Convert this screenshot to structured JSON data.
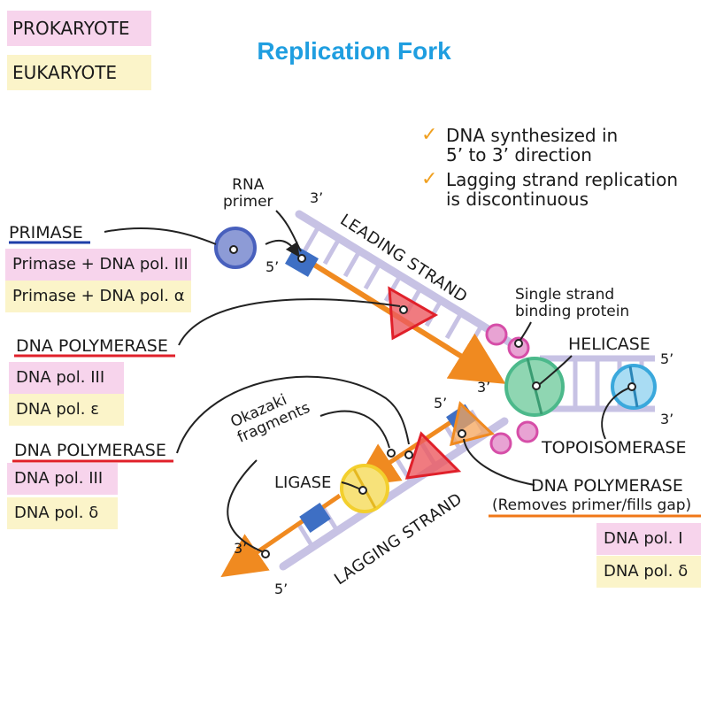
{
  "legend": {
    "prokaryote": "PROKARYOTE",
    "eukaryote": "EUKARYOTE",
    "prokaryote_color": "#f7d4ec",
    "eukaryote_color": "#fbf4c9"
  },
  "title": "Replication Fork",
  "title_color": "#1f9ee0",
  "bullets": [
    "DNA synthesized in\n5’ to 3’ direction",
    "Lagging strand replication\nis discontinuous"
  ],
  "check_icon": "check-icon",
  "enzymes": {
    "primase": {
      "title": "PRIMASE",
      "underline_color": "#1e3ea8",
      "prokaryote": "Primase + DNA pol. III",
      "eukaryote": "Primase + DNA pol. α"
    },
    "dna_pol_leading": {
      "title": "DNA POLYMERASE",
      "underline_color": "#e0202a",
      "prokaryote": "DNA pol. III",
      "eukaryote": "DNA pol. ε"
    },
    "dna_pol_lagging": {
      "title": "DNA POLYMERASE",
      "underline_color": "#e0202a",
      "prokaryote": "DNA pol. III",
      "eukaryote": "DNA pol. δ"
    },
    "dna_pol_gap": {
      "title": "DNA POLYMERASE",
      "subtitle": "(Removes primer/fills gap)",
      "underline_color": "#f07818",
      "prokaryote": "DNA pol. I",
      "eukaryote": "DNA pol. δ"
    }
  },
  "labels": {
    "rna_primer": "RNA\nprimer",
    "single_strand": "Single strand\nbinding protein",
    "helicase": "HELICASE",
    "topoisomerase": "TOPOISOMERASE",
    "okazaki": "Okazaki\nfragments",
    "ligase": "LIGASE",
    "leading_strand": "LEADING STRAND",
    "lagging_strand": "LAGGING STRAND"
  },
  "ends": {
    "leading_top_3": "3’",
    "leading_5": "5’",
    "fork_3": "3’",
    "right_5": "5’",
    "right_3": "3’",
    "lagging_5_top": "5’",
    "lagging_3": "3’",
    "lagging_5_bottom": "5’"
  },
  "colors": {
    "backbone": "#c7c2e4",
    "new_strand": "#f08a20",
    "primer": "#3e6fc4",
    "polymerase": "#e8333a",
    "ssb": "#d64ea8",
    "helicase": "#4cb98b",
    "topoisomerase": "#3aa8dc",
    "ligase": "#f3cf2d",
    "primase": "#4860bd"
  }
}
